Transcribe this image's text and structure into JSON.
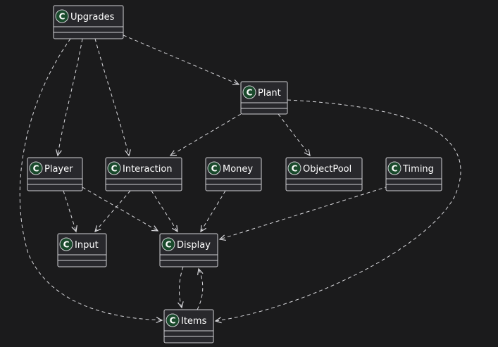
{
  "diagram": {
    "type": "class-diagram",
    "stereotype_letter": "C",
    "classes": [
      {
        "id": "upgrades",
        "name": "Upgrades"
      },
      {
        "id": "plant",
        "name": "Plant"
      },
      {
        "id": "player",
        "name": "Player"
      },
      {
        "id": "interaction",
        "name": "Interaction"
      },
      {
        "id": "money",
        "name": "Money"
      },
      {
        "id": "objectpool",
        "name": "ObjectPool"
      },
      {
        "id": "timing",
        "name": "Timing"
      },
      {
        "id": "input",
        "name": "Input"
      },
      {
        "id": "display",
        "name": "Display"
      },
      {
        "id": "items",
        "name": "Items"
      }
    ],
    "dependencies": [
      {
        "from": "upgrades",
        "to": "plant"
      },
      {
        "from": "upgrades",
        "to": "player"
      },
      {
        "from": "upgrades",
        "to": "interaction"
      },
      {
        "from": "upgrades",
        "to": "items"
      },
      {
        "from": "plant",
        "to": "interaction"
      },
      {
        "from": "plant",
        "to": "objectpool"
      },
      {
        "from": "plant",
        "to": "items"
      },
      {
        "from": "player",
        "to": "input"
      },
      {
        "from": "player",
        "to": "display"
      },
      {
        "from": "interaction",
        "to": "input"
      },
      {
        "from": "interaction",
        "to": "display"
      },
      {
        "from": "money",
        "to": "display"
      },
      {
        "from": "timing",
        "to": "display"
      },
      {
        "from": "display",
        "to": "items"
      },
      {
        "from": "items",
        "to": "display"
      }
    ],
    "colors": {
      "background": "#1b1b1c",
      "box_fill": "#28282c",
      "box_border": "#d0d0d4",
      "stereotype_fill": "#1a4a2c",
      "text": "#ffffff",
      "edge": "#d8d8dc"
    }
  }
}
